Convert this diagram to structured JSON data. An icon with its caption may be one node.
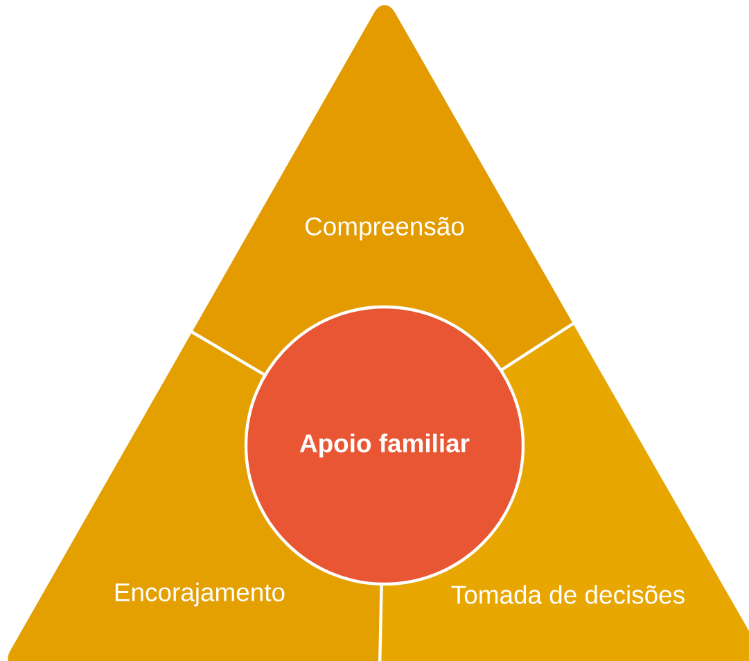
{
  "diagram": {
    "nodes": [
      {
        "text": [
          "Compreensão"
        ]
      },
      {
        "text": [
          "Apoio familiar"
        ]
      },
      {
        "text": [
          "Encorajamento"
        ]
      },
      {
        "text": [
          "Tomada de decisões"
        ]
      }
    ]
  }
}
